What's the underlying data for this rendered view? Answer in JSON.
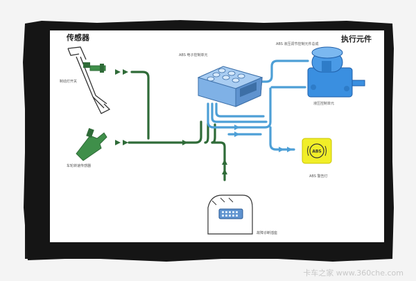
{
  "diagram": {
    "headings": {
      "sensors": "传感器",
      "actuators": "执行元件"
    },
    "labels": {
      "ecu": "ABS 电子控制单元",
      "hydraulic_top": "ABS 液压调节控制元件总成",
      "brake_switch": "制动灯开关",
      "wheel_sensor": "车轮转速传感器",
      "hydraulic_unit": "液压控制单元",
      "warning_lamp": "ABS 警告灯",
      "diag_connector": "故障诊断插座"
    },
    "lamp_text": "ABS"
  },
  "watermark": "卡车之家 www.360che.com",
  "colors": {
    "frame": "#151515",
    "green_line": "#2f6b38",
    "blue_line": "#4d9fd6",
    "ecu_blue": "#6ea3dc",
    "pump_blue": "#3a8fe0",
    "lamp_yellow": "#f1ee28"
  }
}
